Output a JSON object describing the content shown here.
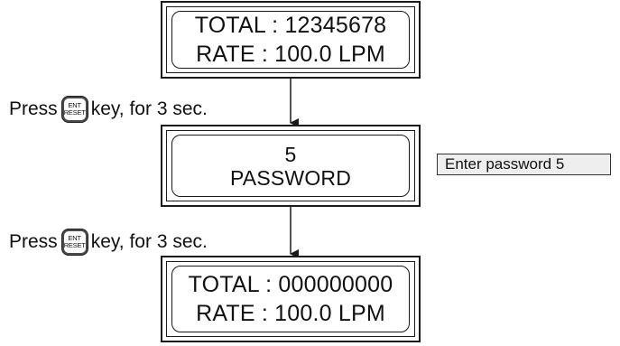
{
  "displays": [
    {
      "line1": "TOTAL : 12345678",
      "line2": "RATE : 100.0 LPM"
    },
    {
      "line1": "5",
      "line2": "PASSWORD"
    },
    {
      "line1": "TOTAL : 000000000",
      "line2": "RATE : 100.0 LPM"
    }
  ],
  "steps": [
    {
      "prefix": "Press",
      "key_top": "ENT",
      "key_bottom": "RESET",
      "suffix": "key, for 3 sec."
    },
    {
      "prefix": "Press",
      "key_top": "ENT",
      "key_bottom": "RESET",
      "suffix": "key, for 3 sec."
    }
  ],
  "note": "Enter password 5",
  "colors": {
    "line": "#1a1a1a",
    "note_bg": "#eeeeee"
  }
}
